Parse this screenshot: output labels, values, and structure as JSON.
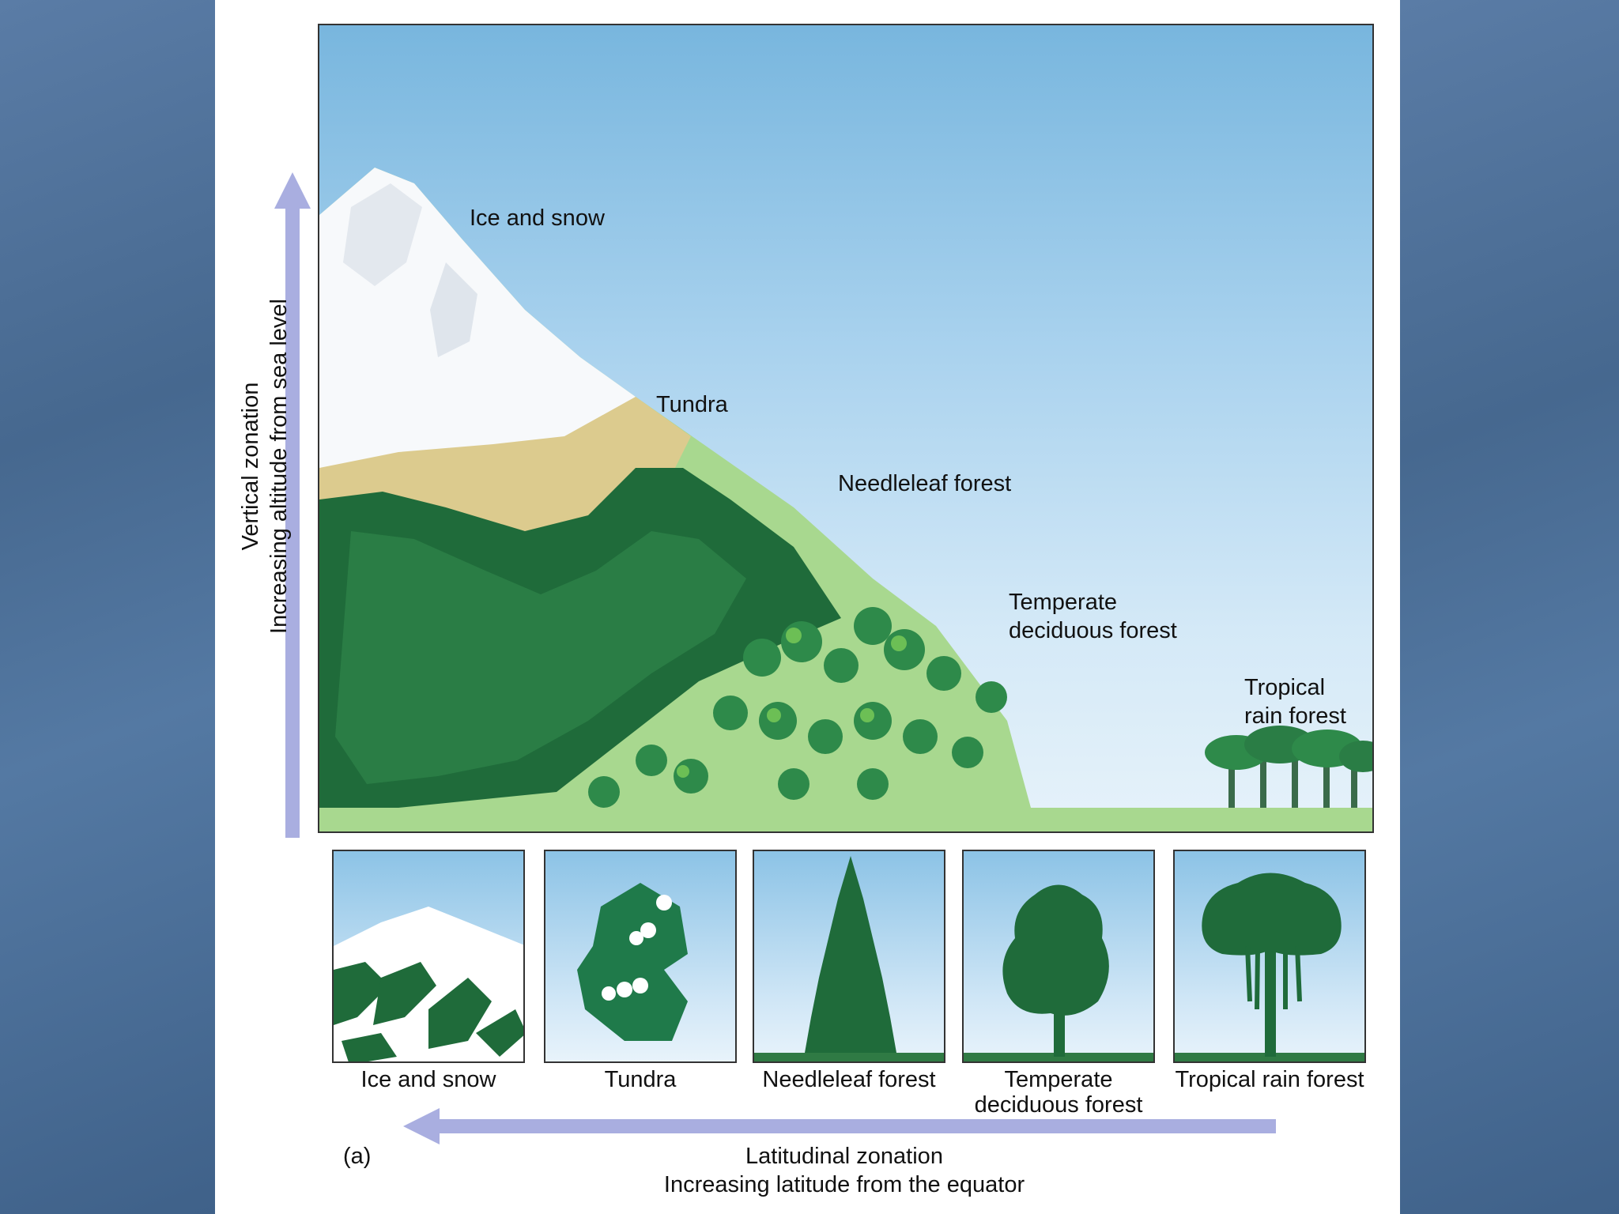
{
  "scene_labels": {
    "ice_snow": "Ice and snow",
    "tundra": "Tundra",
    "needleleaf": "Needleleaf forest",
    "temperate_1": "Temperate",
    "temperate_2": "deciduous forest",
    "tropical_1": "Tropical",
    "tropical_2": "rain forest"
  },
  "vertical_axis": {
    "line1": "Vertical zonation",
    "line2": "Increasing altitude from sea level"
  },
  "thumbnails": [
    {
      "icon": "snowy-mountain-icon",
      "label_1": "Ice and snow",
      "label_2": ""
    },
    {
      "icon": "tundra-plant-icon",
      "label_1": "Tundra",
      "label_2": ""
    },
    {
      "icon": "conifer-tree-icon",
      "label_1": "Needleleaf forest",
      "label_2": ""
    },
    {
      "icon": "deciduous-tree-icon",
      "label_1": "Temperate",
      "label_2": "deciduous forest"
    },
    {
      "icon": "rainforest-tree-icon",
      "label_1": "Tropical rain forest",
      "label_2": ""
    }
  ],
  "panel_label": "(a)",
  "horizontal_axis": {
    "line1": "Latitudinal zonation",
    "line2": "Increasing latitude from the equator"
  },
  "colors": {
    "arrow": "#a9aee0",
    "forest_dark": "#1f6b3a",
    "forest_mid": "#2e8a4a",
    "meadow": "#9fd38a",
    "tundra": "#d8c98a",
    "snow": "#ffffff"
  }
}
